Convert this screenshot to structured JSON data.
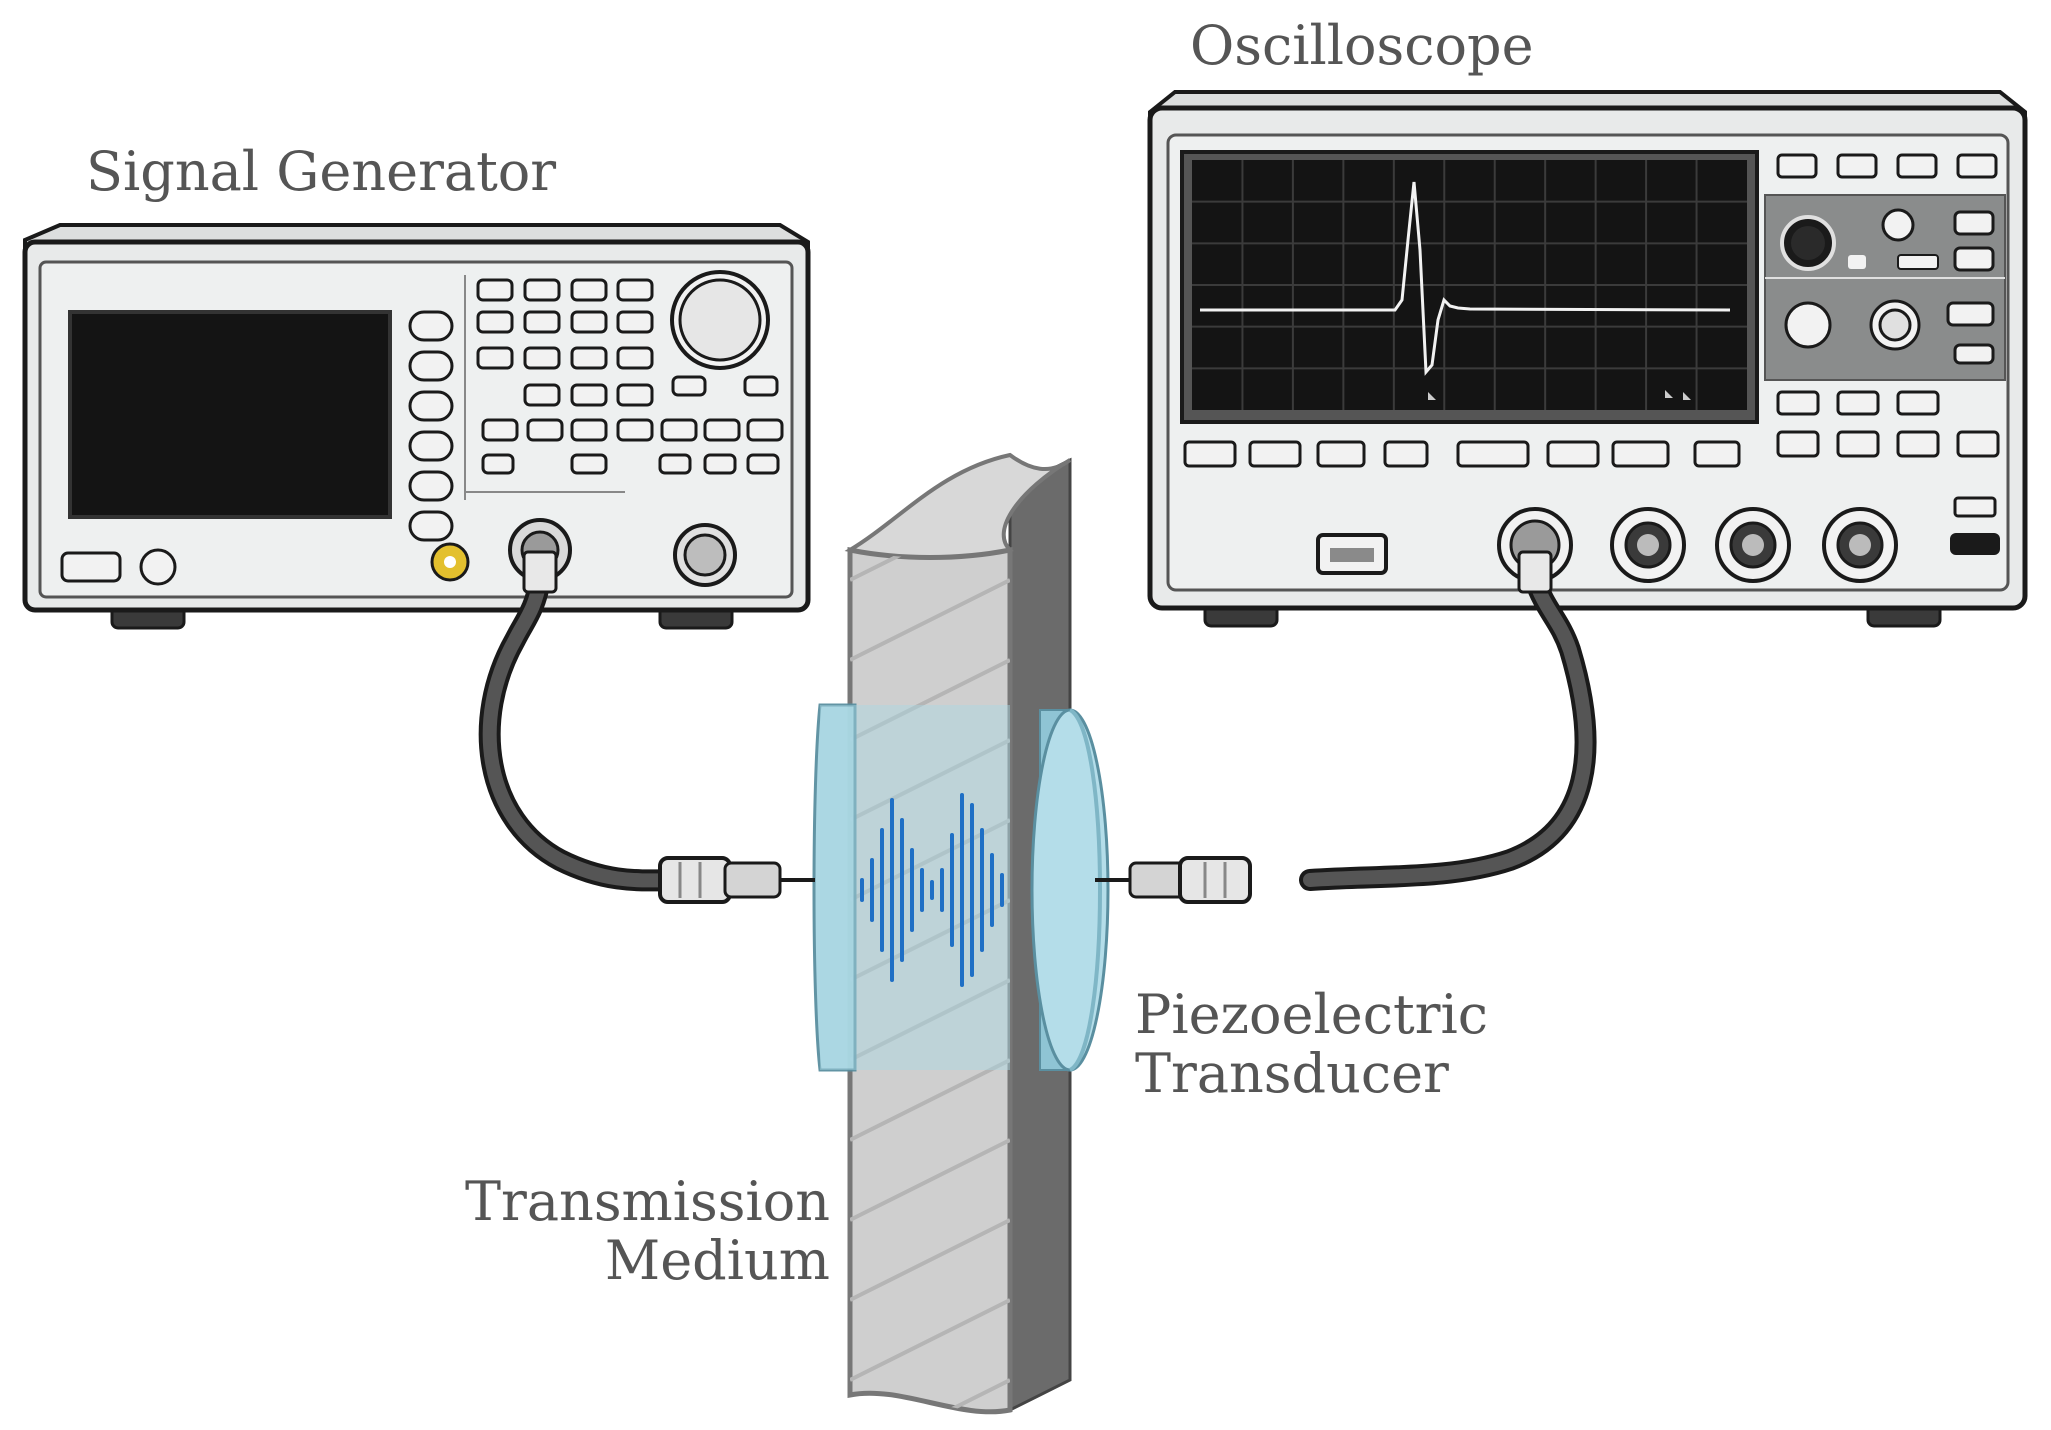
{
  "labels": {
    "signal_generator": "Signal Generator",
    "oscilloscope": "Oscilloscope",
    "piezo_line1": "Piezoelectric",
    "piezo_line2": "Transducer",
    "medium_line1": "Transmission",
    "medium_line2": "Medium"
  },
  "colors": {
    "label_text": "#555555",
    "instrument_body": "#e8eaea",
    "instrument_outline": "#1a1a1a",
    "screen": "#141414",
    "cable": "#4a4a4a",
    "medium_front": "#cfcfcf",
    "medium_side": "#6b6b6b",
    "transducer": "#a9d6e3",
    "wave": "#1f6fc5"
  },
  "icons": {
    "knob": "rotary-knob-icon",
    "connector": "bnc-connector-icon",
    "usb": "usb-port-icon"
  }
}
